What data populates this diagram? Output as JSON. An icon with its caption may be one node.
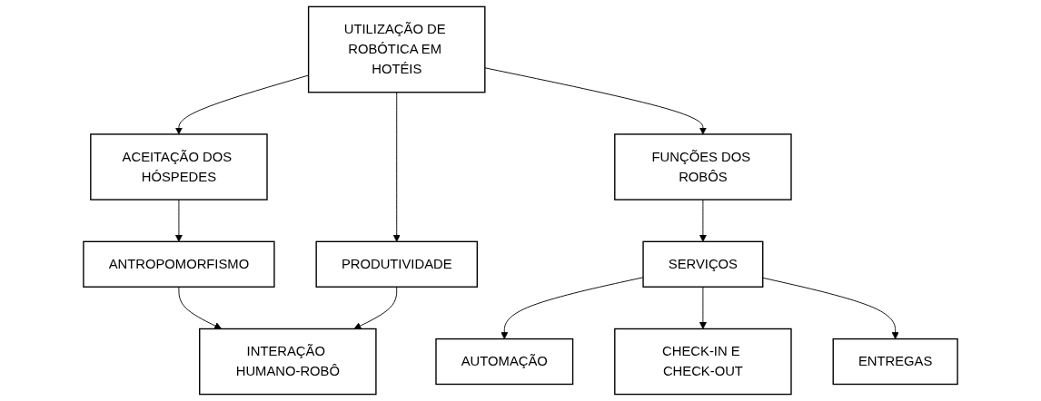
{
  "diagram": {
    "nodes": [
      {
        "text": [
          "UTILIZAÇÃO DE ROBÓTICA EM HOTÉIS"
        ]
      },
      {
        "text": [
          "ACEITAÇÃO DOS HÓSPEDES"
        ]
      },
      {
        "text": [
          "FUNÇÕES DOS ROBÔS"
        ]
      },
      {
        "text": [
          "ANTROPOMORFISMO"
        ]
      },
      {
        "text": [
          "PRODUTIVIDADE"
        ]
      },
      {
        "text": [
          "SERVIÇOS"
        ]
      },
      {
        "text": [
          "INTERAÇÃO HUMANO-ROBÔ"
        ]
      },
      {
        "text": [
          "AUTOMAÇÃO"
        ]
      },
      {
        "text": [
          "CHECK-IN E CHECK-OUT"
        ]
      },
      {
        "text": [
          "ENTREGAS"
        ]
      }
    ],
    "edges": [
      {
        "from": 0,
        "to": 1,
        "arrow": "to"
      },
      {
        "from": 0,
        "to": 2,
        "arrow": "to"
      },
      {
        "from": 0,
        "to": 4,
        "arrow": "to"
      },
      {
        "from": 1,
        "to": 3,
        "arrow": "to"
      },
      {
        "from": 2,
        "to": 5,
        "arrow": "to"
      },
      {
        "from": 3,
        "to": 6,
        "arrow": "to"
      },
      {
        "from": 4,
        "to": 6,
        "arrow": "to"
      },
      {
        "from": 5,
        "to": 7,
        "arrow": "to"
      },
      {
        "from": 5,
        "to": 8,
        "arrow": "to"
      },
      {
        "from": 5,
        "to": 9,
        "arrow": "to"
      }
    ]
  }
}
